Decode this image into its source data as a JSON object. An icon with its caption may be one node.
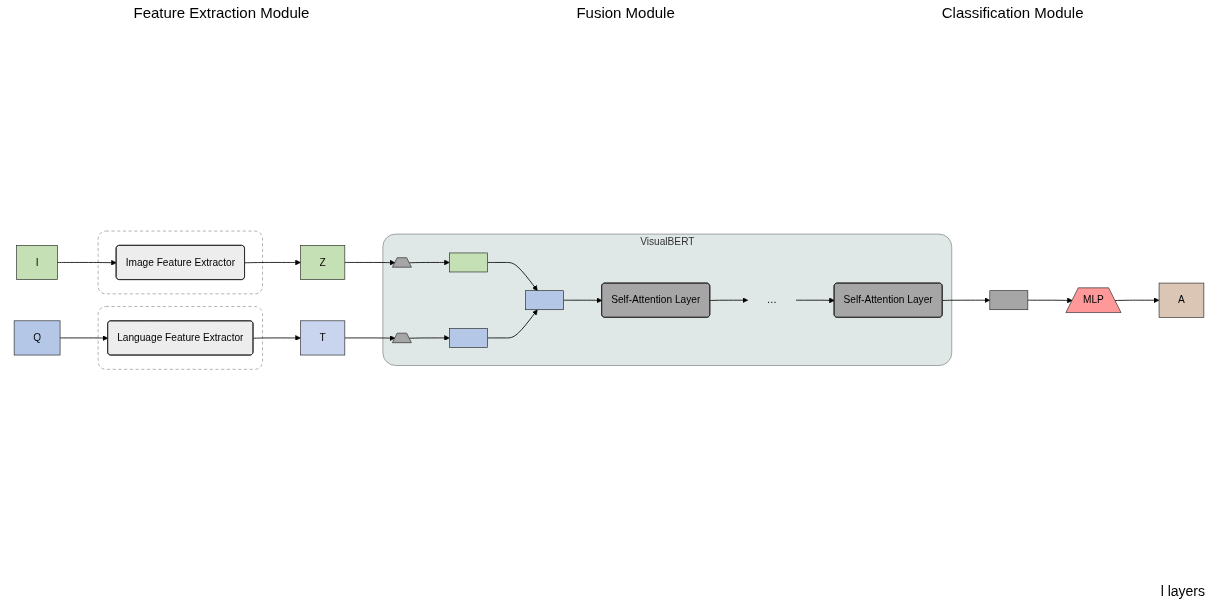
{
  "diagram": {
    "nodes": [
      {
        "text": [
          "I"
        ]
      },
      {
        "text": [],
        "shape": "box"
      },
      {
        "text": [
          "Image Feature Extractor"
        ],
        "in": 1
      },
      {
        "text": [
          "Z"
        ]
      },
      {
        "text": [
          "Q"
        ]
      },
      {
        "text": [],
        "shape": "box"
      },
      {
        "text": [
          "Language Feature Extractor"
        ],
        "in": 5
      },
      {
        "text": [
          "T"
        ]
      },
      {
        "text": [
          "VisualBERT"
        ]
      },
      {
        "text": [],
        "shape": "trapezoid",
        "in": 8
      },
      {
        "text": [],
        "shape": "bar",
        "in": 8
      },
      {
        "text": [],
        "shape": "trapezoid",
        "in": 8
      },
      {
        "text": [],
        "shape": "bar",
        "in": 8
      },
      {
        "text": [],
        "shape": "bar",
        "in": 8
      },
      {
        "text": [
          "Self-Attention Layer"
        ],
        "in": 8
      },
      {
        "text": [
          "…"
        ],
        "in": 8
      },
      {
        "text": [
          "Self-Attention Layer"
        ],
        "in": 8
      },
      {
        "text": [],
        "shape": "bar"
      },
      {
        "text": [
          "MLP"
        ]
      },
      {
        "text": [
          "A"
        ]
      }
    ],
    "edges": [
      {
        "from": 0,
        "to": 2,
        "arrow": "to"
      },
      {
        "from": 2,
        "to": 3,
        "arrow": "to"
      },
      {
        "from": 4,
        "to": 6,
        "arrow": "to"
      },
      {
        "from": 6,
        "to": 7,
        "arrow": "to"
      },
      {
        "from": 3,
        "to": 9,
        "arrow": "to"
      },
      {
        "from": 9,
        "to": 10,
        "arrow": "to"
      },
      {
        "from": 7,
        "to": 11,
        "arrow": "to"
      },
      {
        "from": 11,
        "to": 12,
        "arrow": "to"
      },
      {
        "from": 10,
        "to": 13,
        "arrow": "to"
      },
      {
        "from": 12,
        "to": 13,
        "arrow": "to"
      },
      {
        "from": 13,
        "to": 14,
        "arrow": "to"
      },
      {
        "from": 14,
        "to": 15,
        "arrow": "to"
      },
      {
        "from": 15,
        "to": 16,
        "arrow": "to"
      },
      {
        "from": 16,
        "to": 17,
        "arrow": "to"
      },
      {
        "from": 17,
        "to": 18,
        "arrow": "to"
      },
      {
        "from": 18,
        "to": 19,
        "arrow": "to"
      }
    ],
    "labels": [
      "Feature Extraction Module",
      "Fusion Module",
      "Classification Module",
      "l layers"
    ]
  }
}
